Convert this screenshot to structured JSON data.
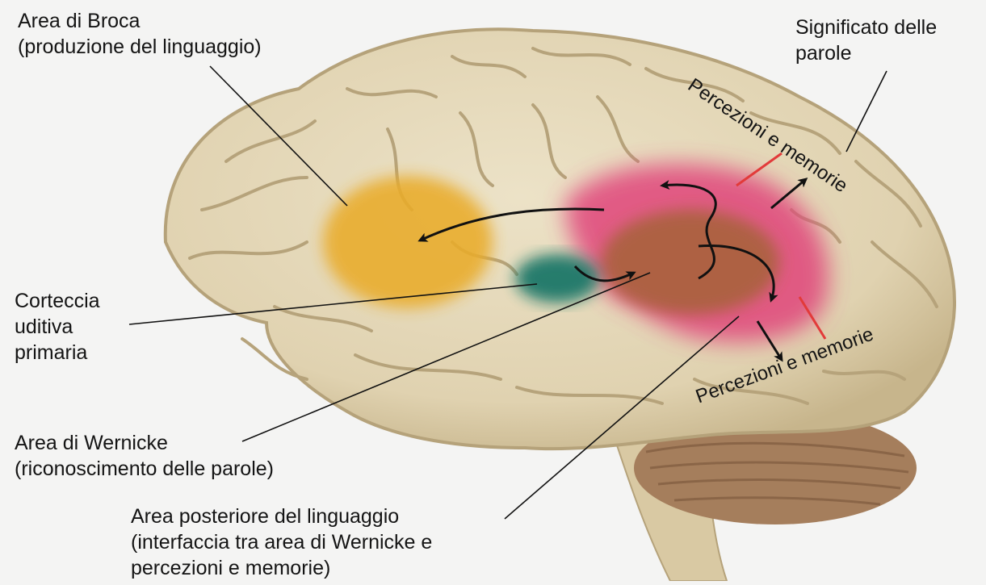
{
  "labels": {
    "broca": {
      "line1": "Area di Broca",
      "line2": "(produzione del linguaggio)"
    },
    "auditory": {
      "line1": "Corteccia",
      "line2": "uditiva",
      "line3": "primaria"
    },
    "wernicke": {
      "line1": "Area di Wernicke",
      "line2": "(riconoscimento delle parole)"
    },
    "posterior": {
      "line1": "Area posteriore del linguaggio",
      "line2": "(interfaccia tra area di Wernicke e",
      "line3": "percezioni e memorie)"
    },
    "meaning": {
      "line1": "Significato delle",
      "line2": "parole"
    },
    "perceptions_upper": "Percezioni e memorie",
    "perceptions_lower": "Percezioni e memorie"
  },
  "colors": {
    "background": "#f4f4f3",
    "brain": "#e3d6b6",
    "brain_shadow": "#bfae86",
    "broca_area": "#e9ac2c",
    "auditory_cortex": "#127566",
    "wernicke_area": "#a9623e",
    "posterior_area": "#e0447a",
    "cerebellum": "#a57e5c",
    "arrows": "#111111",
    "markers": "#e23a3a"
  }
}
